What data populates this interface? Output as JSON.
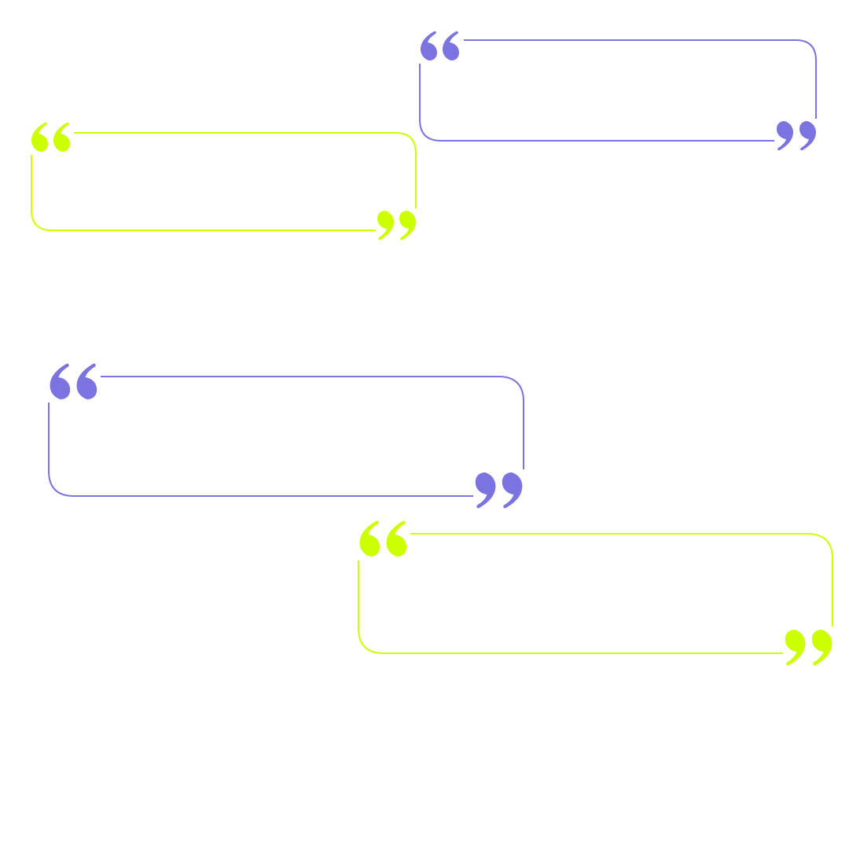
{
  "colors": {
    "background": "#ffffff",
    "purple": "#7b73e0",
    "lime": "#ccff00"
  },
  "frames": [
    {
      "name": "quote-frame-1",
      "color_key": "purple",
      "open_icon": "open-quote-icon",
      "close_icon": "close-quote-icon"
    },
    {
      "name": "quote-frame-2",
      "color_key": "lime",
      "open_icon": "open-quote-icon",
      "close_icon": "close-quote-icon"
    },
    {
      "name": "quote-frame-3",
      "color_key": "purple",
      "open_icon": "open-quote-icon",
      "close_icon": "close-quote-icon"
    },
    {
      "name": "quote-frame-4",
      "color_key": "lime",
      "open_icon": "open-quote-icon",
      "close_icon": "close-quote-icon"
    }
  ]
}
